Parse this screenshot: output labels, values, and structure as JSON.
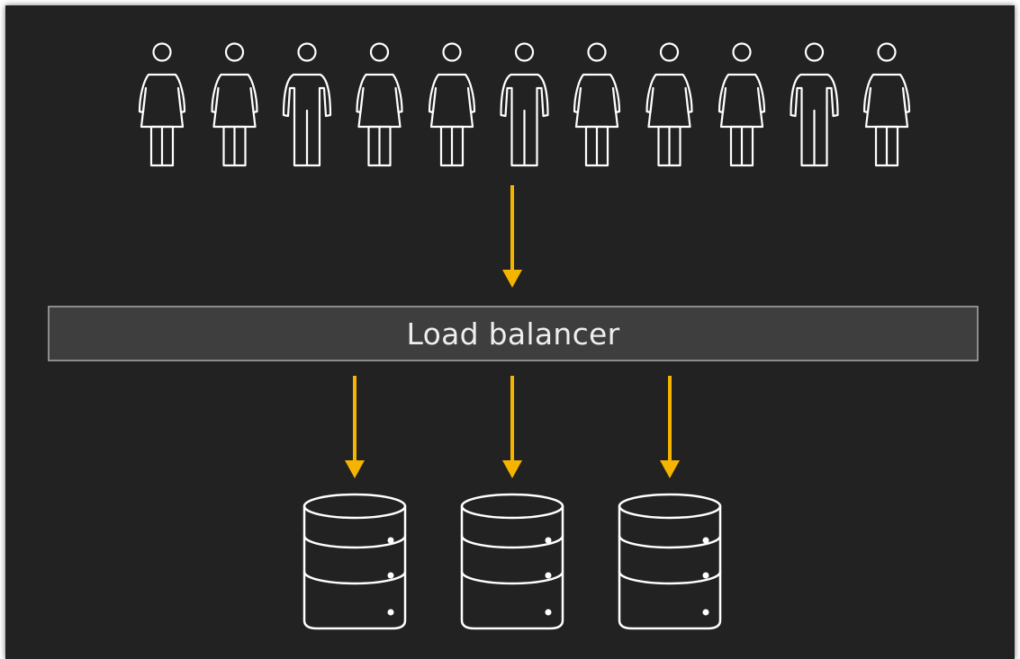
{
  "diagram": {
    "users": [
      "woman",
      "woman",
      "man",
      "woman",
      "woman",
      "man",
      "woman",
      "woman",
      "woman",
      "man",
      "woman"
    ],
    "load_balancer": {
      "label": "Load balancer"
    },
    "servers": [
      "server-1",
      "server-2",
      "server-3"
    ]
  },
  "colors": {
    "background": "#222222",
    "stroke": "#ffffff",
    "arrow": "#f5b400",
    "balancer_fill": "#3e3e3e",
    "balancer_border": "#aaaaaa"
  },
  "icons": [
    "woman-user-icon",
    "man-user-icon",
    "arrow-down-icon",
    "database-server-icon"
  ]
}
